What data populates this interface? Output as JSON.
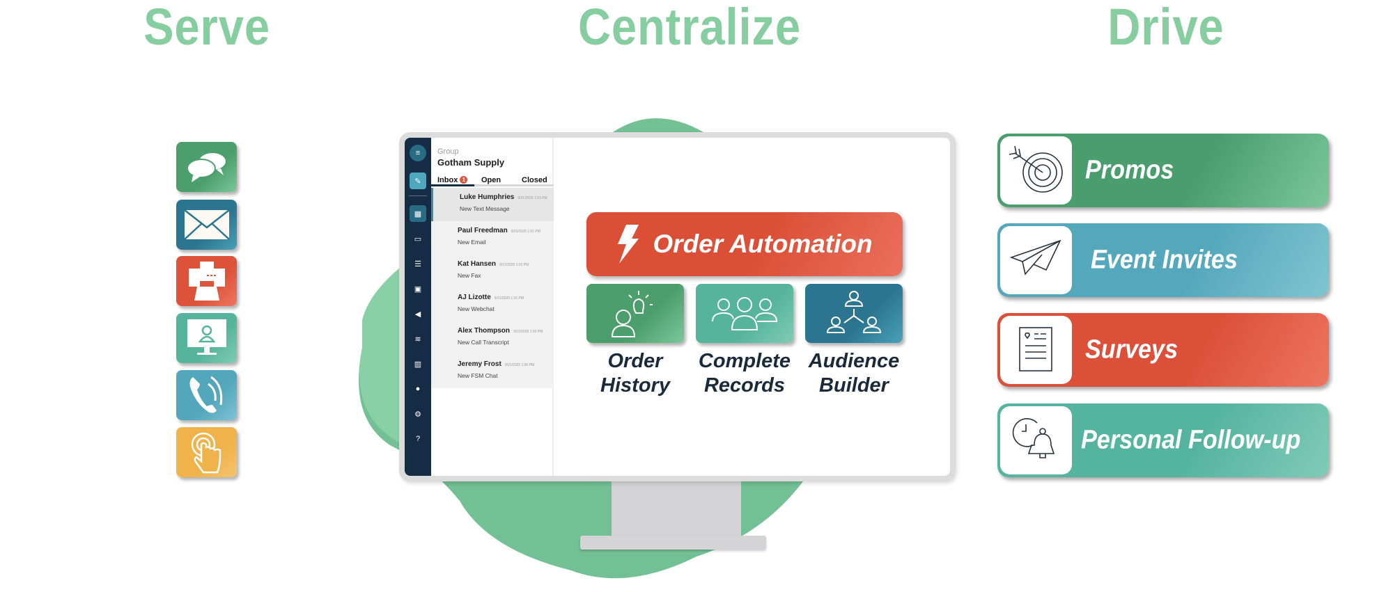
{
  "columns": {
    "serve": "Serve",
    "centralize": "Centralize",
    "drive": "Drive"
  },
  "serve_channels": [
    {
      "icon": "chat-bubbles-icon",
      "color": "#4c9e6c"
    },
    {
      "icon": "envelope-icon",
      "color": "#2b7590"
    },
    {
      "icon": "fax-icon",
      "color": "#dd523a"
    },
    {
      "icon": "webchat-monitor-icon",
      "color": "#55b49b"
    },
    {
      "icon": "phone-icon",
      "color": "#53a7bd"
    },
    {
      "icon": "tap-icon",
      "color": "#f0b24a"
    }
  ],
  "app": {
    "group_label": "Group",
    "group_name": "Gotham Supply",
    "tabs": [
      {
        "label": "Inbox",
        "badge": "1"
      },
      {
        "label": "Open"
      },
      {
        "label": "Closed"
      }
    ],
    "conversations": [
      {
        "name": "Luke Humphries",
        "time": "9/21/2025 1:03 PM",
        "type": "New Text Message"
      },
      {
        "name": "Paul Freedman",
        "time": "9/21/2025 1:01 PM",
        "type": "New Email"
      },
      {
        "name": "Kat Hansen",
        "time": "9/21/2025 1:01 PM",
        "type": "New Fax"
      },
      {
        "name": "AJ Lizotte",
        "time": "9/21/2025 1:01 PM",
        "type": "New Webchat"
      },
      {
        "name": "Alex Thompson",
        "time": "9/21/2025 1:00 PM",
        "type": "New Call Transcript"
      },
      {
        "name": "Jeremy Frost",
        "time": "9/21/2025 1:00 PM",
        "type": "New FSM Chat"
      }
    ]
  },
  "centralize": {
    "automation": "Order Automation",
    "tiles": [
      {
        "line1": "Order",
        "line2": "History",
        "color": "#4c9e6c"
      },
      {
        "line1": "Complete",
        "line2": "Records",
        "color": "#55b49b"
      },
      {
        "line1": "Audience",
        "line2": "Builder",
        "color": "#2b7590"
      }
    ]
  },
  "drive": [
    {
      "label": "Promos",
      "color": "#4a9d6c"
    },
    {
      "label": "Event Invites",
      "color": "#55a8bc"
    },
    {
      "label": "Surveys",
      "color": "#dc5039"
    },
    {
      "label": "Personal Follow-up",
      "color": "#55b49f"
    }
  ]
}
